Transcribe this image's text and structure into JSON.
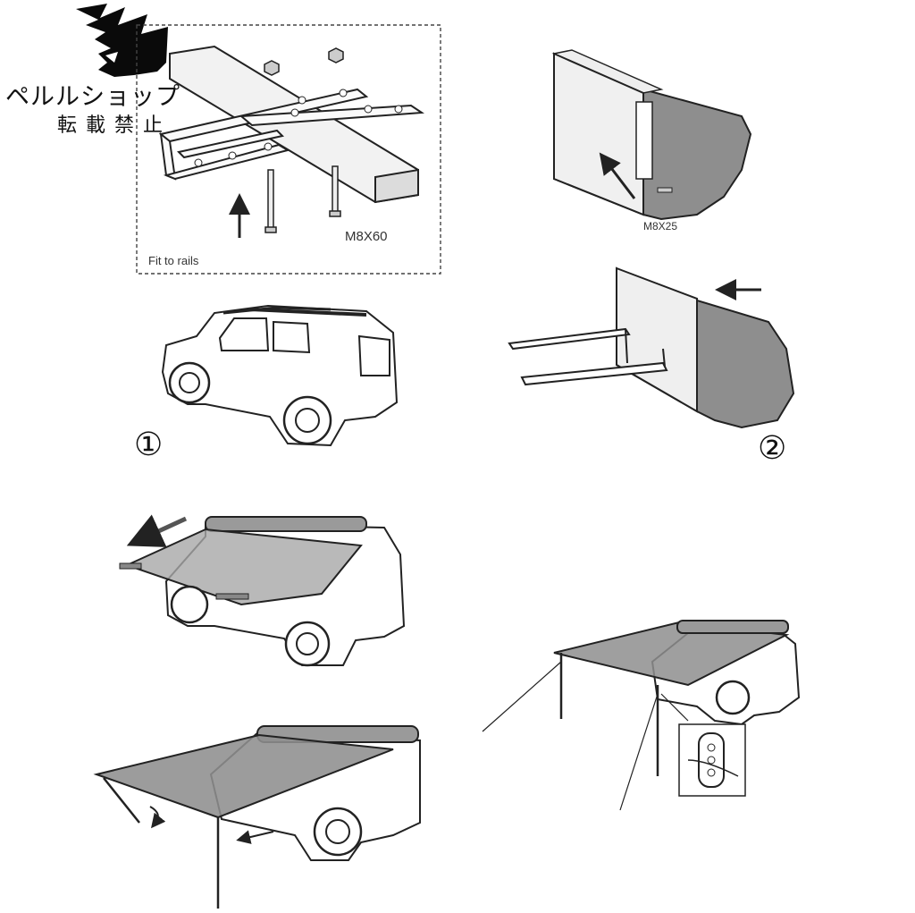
{
  "watermark": {
    "shop_name": "ペルルショップ",
    "notice": "転載禁止",
    "logo_icon": "hedgehog-silhouette-logo"
  },
  "panels": {
    "bracket": {
      "caption": "Fit to rails",
      "bolt_label": "M8X60"
    },
    "awning_mount": {
      "bolt_label": "M8X25"
    },
    "step1": {
      "number": "①"
    },
    "step2": {
      "number": "②"
    }
  },
  "colors": {
    "awning_fabric": "#8c8c8c",
    "awning_fabric_light": "#a8a8a8",
    "line": "#222222"
  }
}
